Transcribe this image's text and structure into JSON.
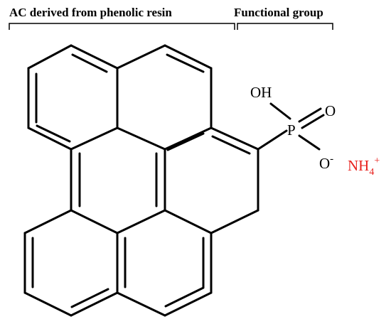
{
  "headers": {
    "left": "AC derived from phenolic resin",
    "right": "Functional group"
  },
  "atoms": {
    "hydroxyl": "OH",
    "phosphorus": "P",
    "oxo_oxygen": "O",
    "oxide_oxygen": "O",
    "oxide_charge": "-",
    "counterion_base": "NH",
    "counterion_subscript": "4",
    "counterion_charge": "+"
  },
  "colors": {
    "structure": "#000000",
    "counterion": "#e8211d"
  }
}
